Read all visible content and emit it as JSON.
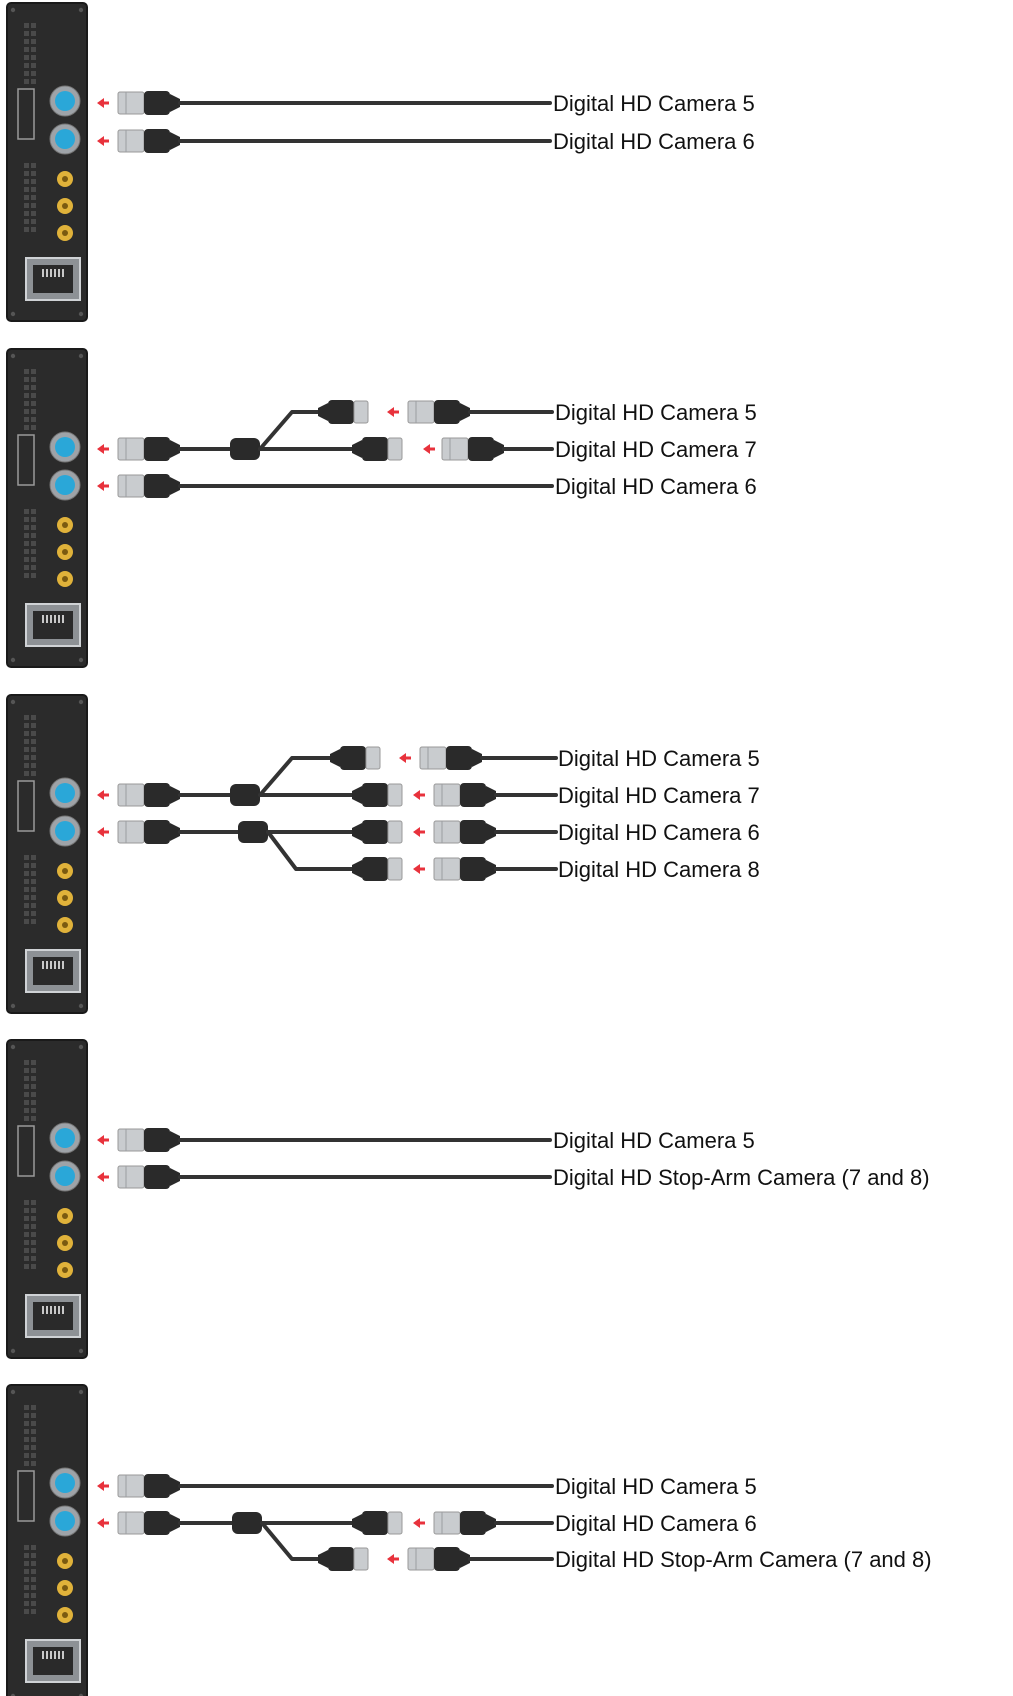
{
  "colors": {
    "panel": "#2b2b2b",
    "panel_edge": "#1a1a1a",
    "cable": "#333333",
    "bnc_silver": "#c9cccf",
    "bnc_black": "#2a2a2a",
    "port_blue": "#2aa7d8",
    "port_gold": "#e0b23a",
    "arrow": "#e8323c"
  },
  "icons": {
    "dvr": "dvr-rear-panel-icon",
    "bnc": "bnc-connector-icon",
    "splitter": "y-splitter-icon",
    "arrow": "left-arrow-icon"
  },
  "diagrams": [
    {
      "labels": [
        "Digital HD Camera 5",
        "Digital HD Camera 6"
      ]
    },
    {
      "labels": [
        "Digital HD Camera 5",
        "Digital HD Camera 7",
        "Digital HD Camera 6"
      ]
    },
    {
      "labels": [
        "Digital HD Camera 5",
        "Digital HD Camera 7",
        "Digital HD Camera 6",
        "Digital HD Camera 8"
      ]
    },
    {
      "labels": [
        "Digital HD Camera 5",
        "Digital HD Stop-Arm Camera (7 and 8)"
      ]
    },
    {
      "labels": [
        "Digital HD Camera 5",
        "Digital HD Camera 6",
        "Digital HD Stop-Arm Camera (7 and 8)"
      ]
    }
  ]
}
